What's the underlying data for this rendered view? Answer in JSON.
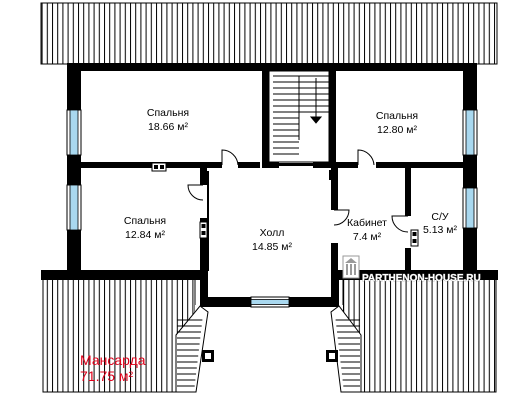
{
  "plan": {
    "title": "Мансарда",
    "total_area": "71.75 м²",
    "watermark": "PARTHENON-HOUSE.RU",
    "rooms": [
      {
        "name": "Спальня",
        "area": "18.66 м²"
      },
      {
        "name": "Спальня",
        "area": "12.80 м²"
      },
      {
        "name": "Спальня",
        "area": "12.84 м²"
      },
      {
        "name": "Холл",
        "area": "14.85 м²"
      },
      {
        "name": "Кабинет",
        "area": "7.4 м²"
      },
      {
        "name": "С/У",
        "area": "5.13 м²"
      }
    ]
  },
  "colors": {
    "wall": "#000000",
    "window": "#a9d8ef",
    "title": "#e0001a",
    "background": "#ffffff"
  }
}
